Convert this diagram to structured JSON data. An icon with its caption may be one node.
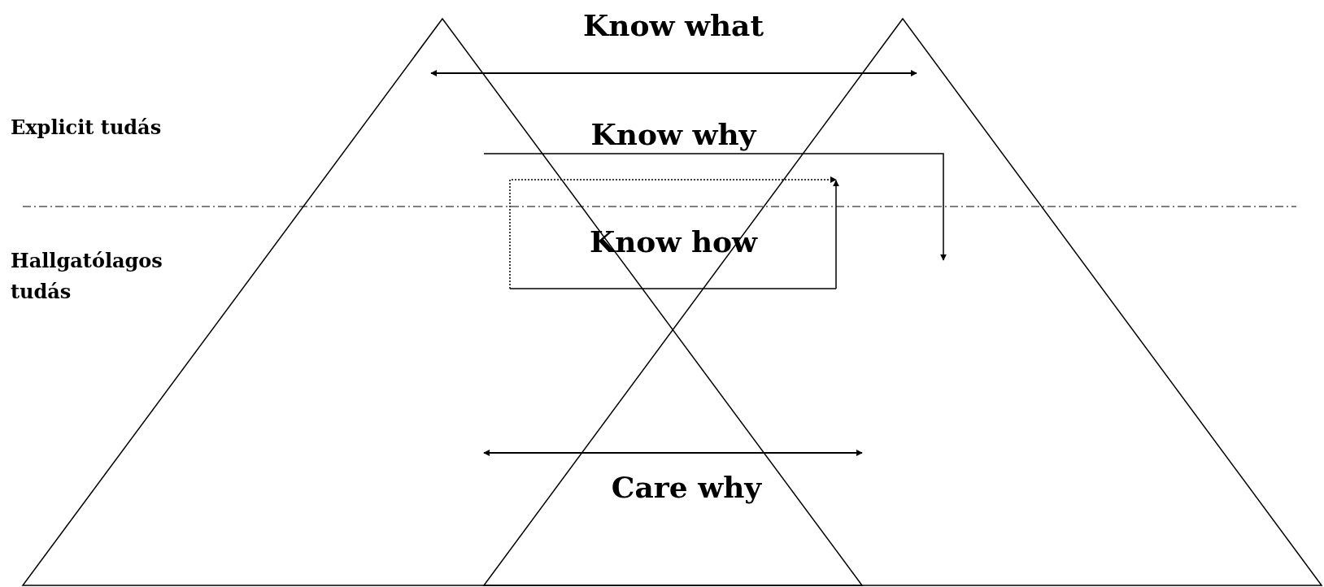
{
  "diagram": {
    "labels": [
      "Know what",
      "Explicit tudás",
      "Know why",
      "Hallgatólagos tudás",
      "Know how",
      "Care why"
    ]
  }
}
